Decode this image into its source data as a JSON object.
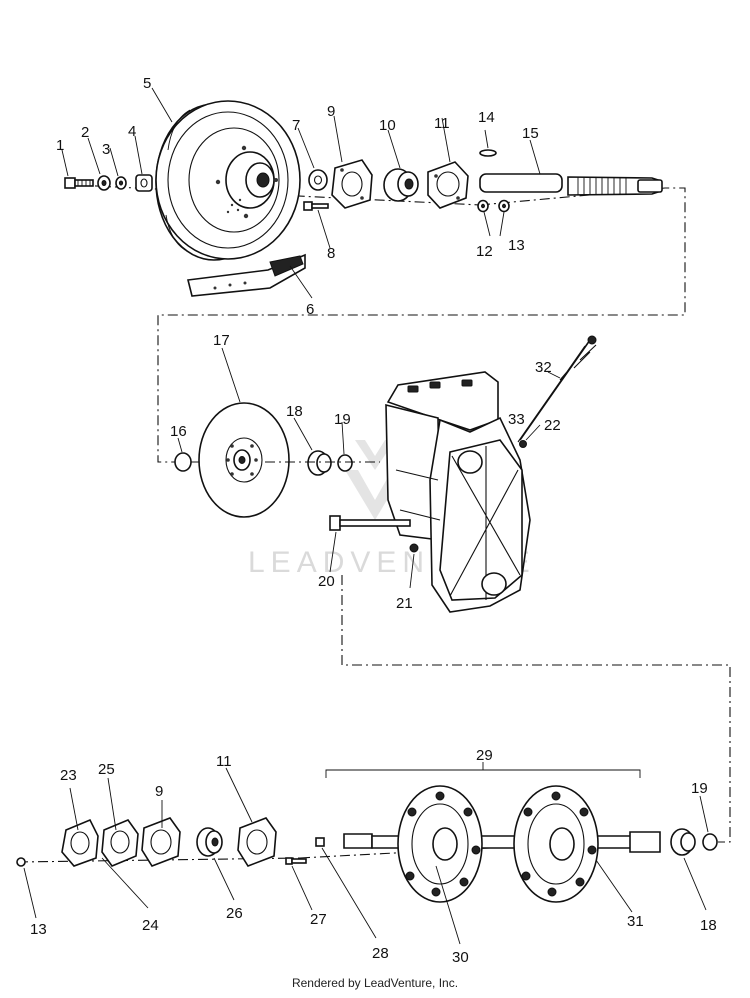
{
  "watermark": {
    "text": "LEADVENTURE"
  },
  "footer": {
    "text": "Rendered by LeadVenture, Inc."
  },
  "callouts": [
    "1",
    "2",
    "3",
    "4",
    "5",
    "6",
    "7",
    "8",
    "9",
    "10",
    "11",
    "12",
    "13",
    "14",
    "15",
    "16",
    "17",
    "18",
    "19",
    "20",
    "21",
    "22",
    "23",
    "24",
    "25",
    "26",
    "27",
    "28",
    "29",
    "30",
    "31",
    "32",
    "33"
  ],
  "callouts_lower": {
    "n9": "9",
    "n11": "11",
    "n13": "13",
    "n18": "18",
    "n19": "19"
  }
}
